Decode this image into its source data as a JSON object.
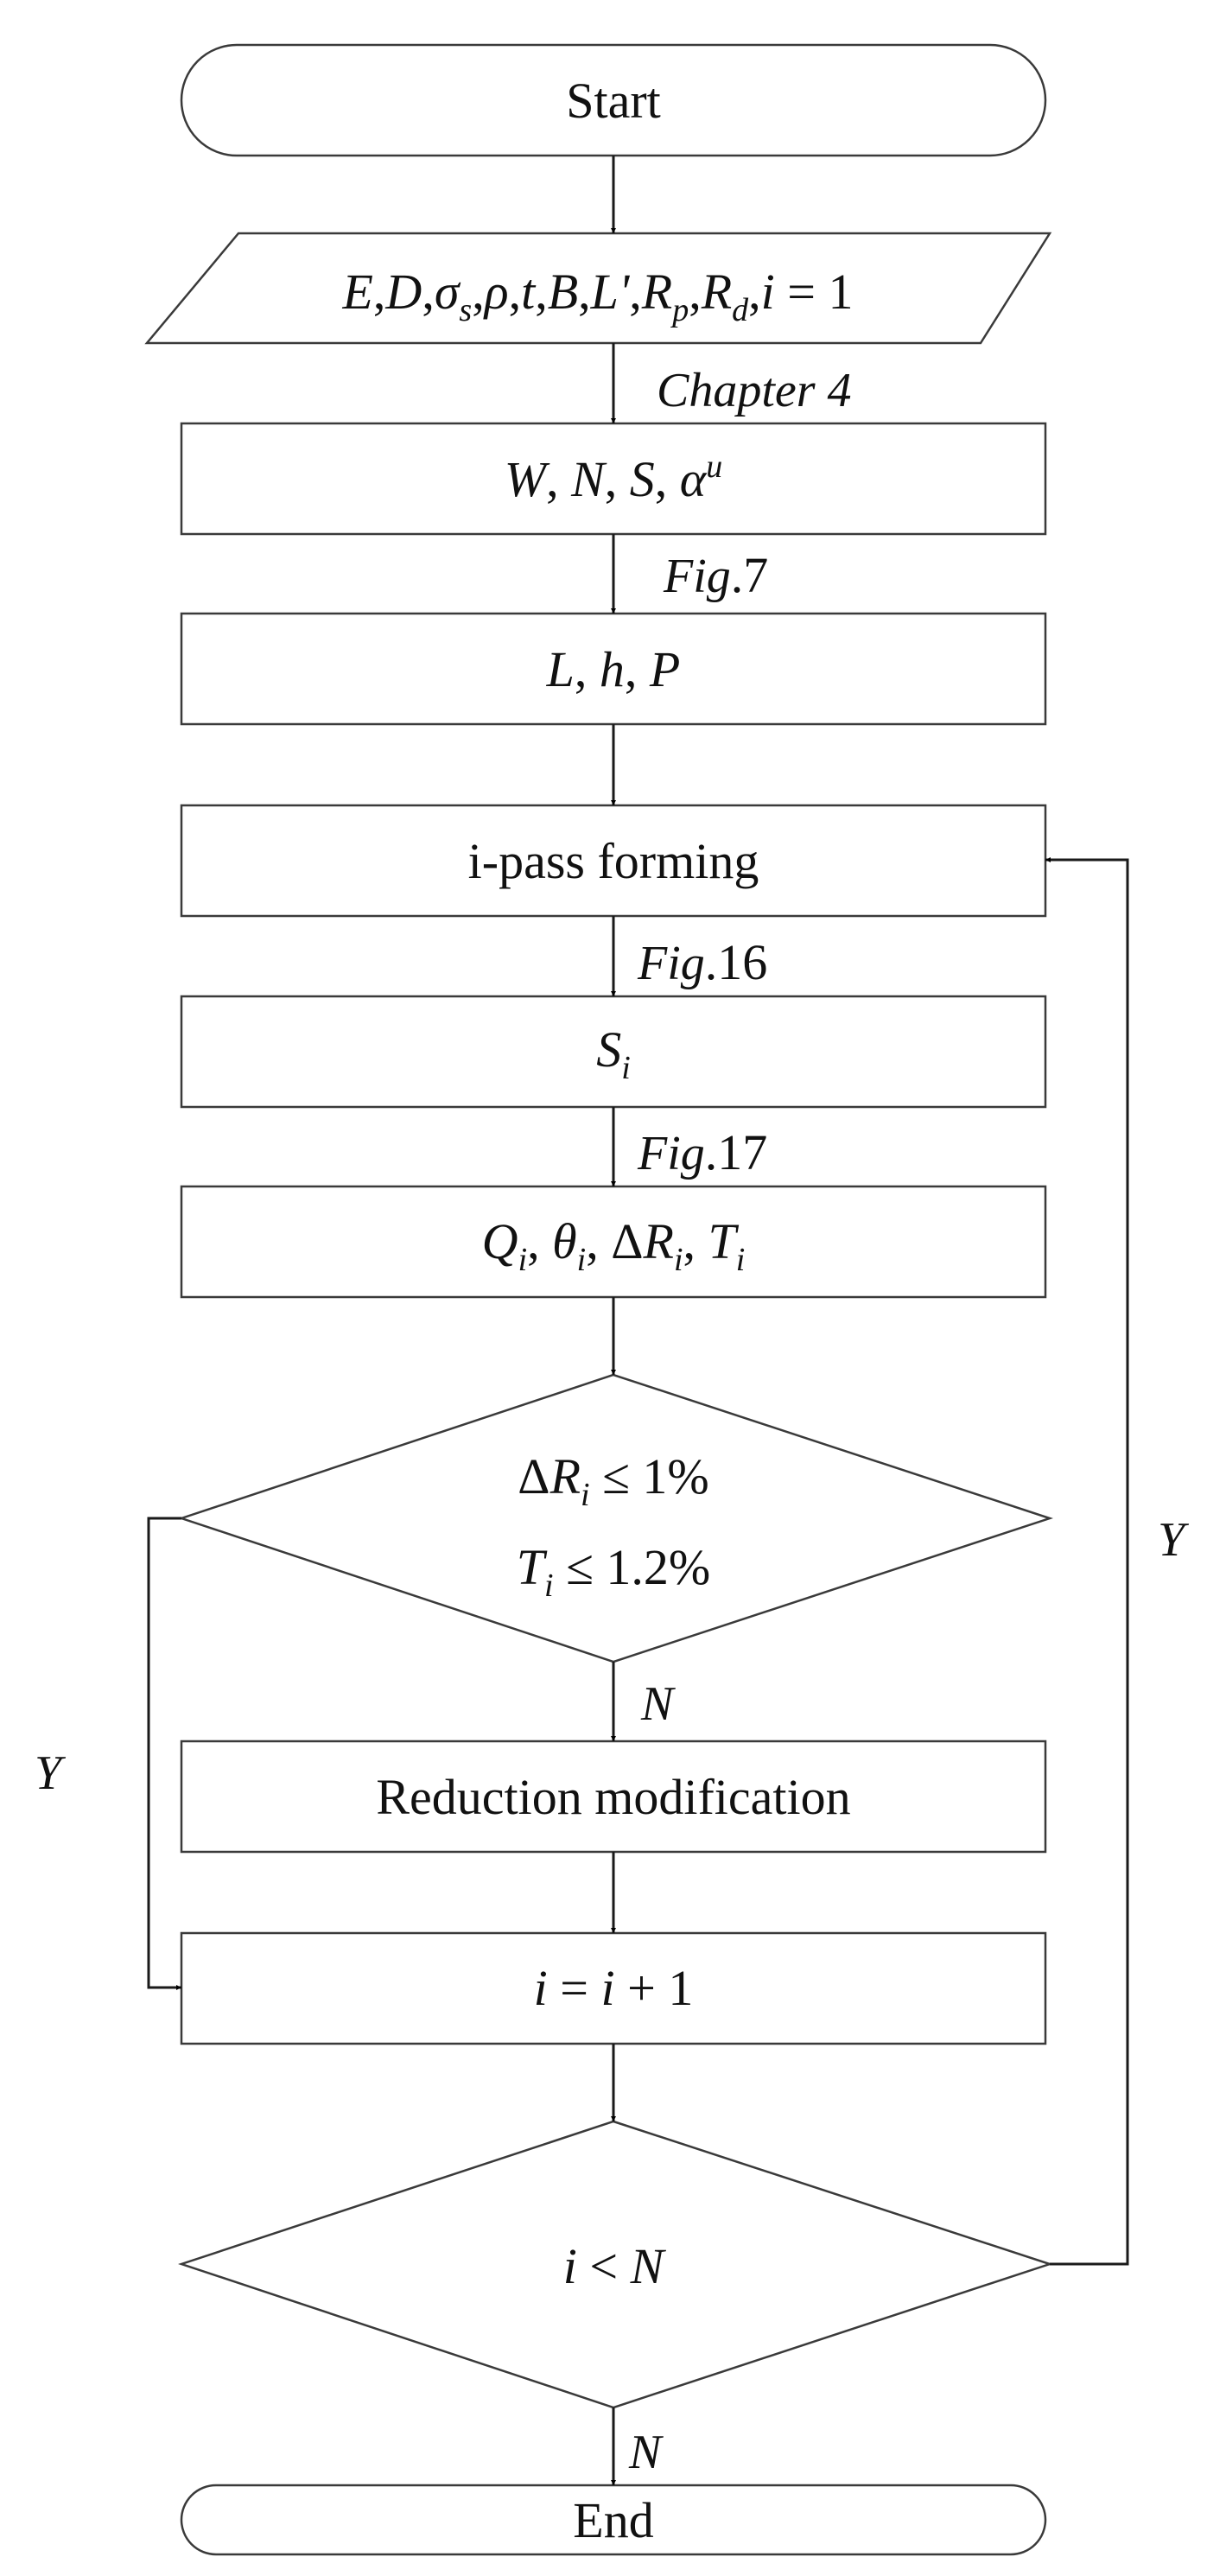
{
  "flowchart": {
    "start": "Start",
    "end": "End",
    "inputs": {
      "E": "E",
      "D": "D",
      "sigma": "σ",
      "sigma_sub": "s",
      "rho": "ρ",
      "t": "t",
      "B": "B",
      "Lp": "L'",
      "R": "R",
      "Rp_sub": "p",
      "Rd_sub": "d",
      "i": "i",
      "eq": "=",
      "one": "1"
    },
    "step_wns": {
      "W": "W",
      "N": "N",
      "S": "S",
      "alpha": "α",
      "alpha_sup": "u"
    },
    "step_lhp": {
      "L": "L",
      "h": "h",
      "P": "P"
    },
    "pass_label": "i-pass forming",
    "step_si": {
      "S": "S",
      "sub": "i"
    },
    "step_q": {
      "Q": "Q",
      "theta": "θ",
      "delta": "Δ",
      "R": "R",
      "T": "T",
      "sub": "i"
    },
    "decision1": {
      "delta": "Δ",
      "R": "R",
      "sub": "i",
      "le": "≤",
      "pct1": "1%",
      "T": "T",
      "pct2": "1.2%"
    },
    "reduction": "Reduction modification",
    "increment": {
      "i": "i",
      "eq": "=",
      "plus": "+",
      "one": "1"
    },
    "decision2": {
      "i": "i",
      "lt": "<",
      "N": "N"
    },
    "edge_labels": {
      "chapter4": "Chapter 4",
      "fig_prefix": "Fig",
      "fig7": ".7",
      "fig16": ".16",
      "fig17": ".17",
      "yes": "Y",
      "no": "N"
    }
  }
}
